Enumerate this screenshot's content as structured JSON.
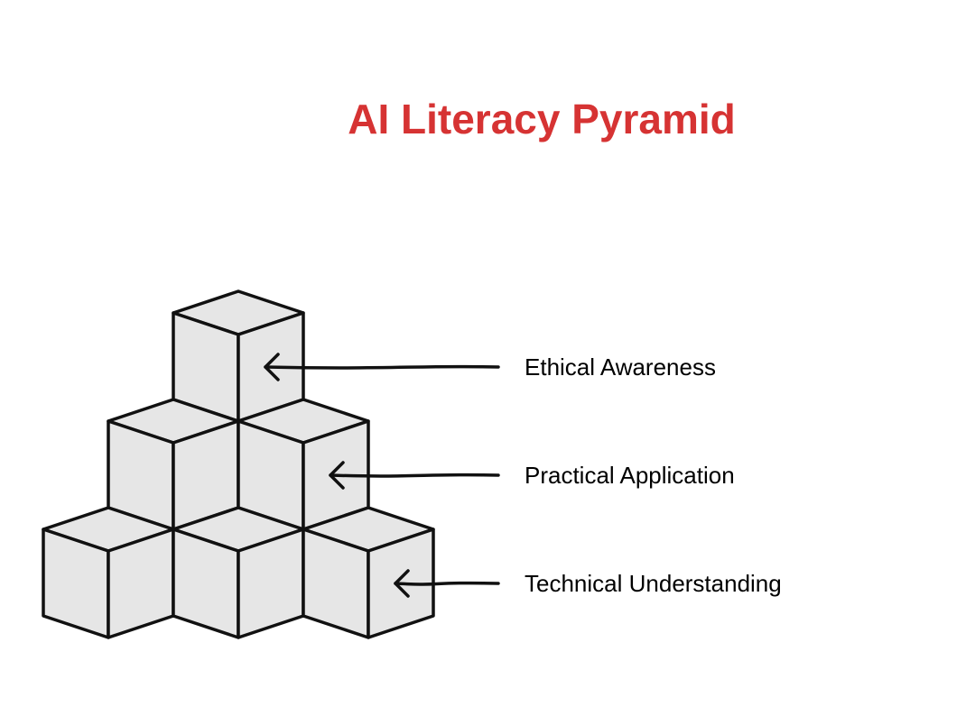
{
  "title": "AI Literacy Pyramid",
  "colors": {
    "title": "#d63333",
    "cube_face": "#e6e6e6",
    "stroke": "#111111"
  },
  "levels": [
    {
      "label": "Ethical Awareness",
      "cubes": 1
    },
    {
      "label": "Practical Application",
      "cubes": 2
    },
    {
      "label": "Technical Understanding",
      "cubes": 3
    }
  ],
  "icons": {
    "cube": "cube-icon",
    "arrow": "arrow-left-icon"
  }
}
